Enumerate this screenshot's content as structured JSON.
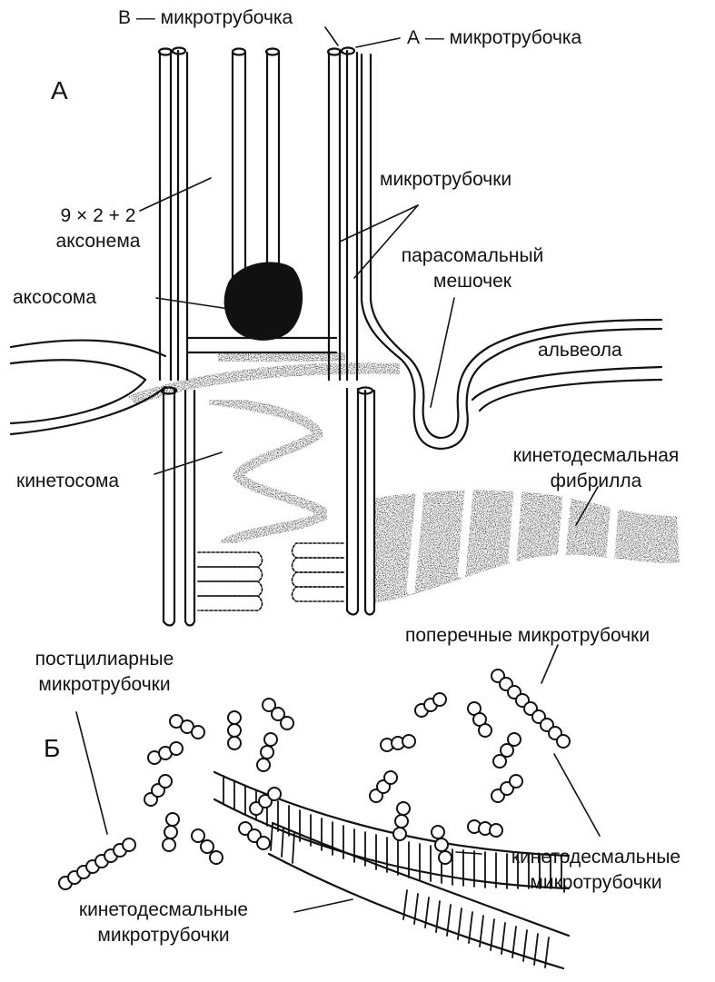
{
  "panels": {
    "a": "А",
    "b": "Б"
  },
  "labels": {
    "b_microtubule": "В — микротрубочка",
    "a_microtubule": "А — микротрубочка",
    "axoneme_formula": "9 × 2 + 2",
    "axoneme": "аксонема",
    "microtubules": "микротрубочки",
    "parasomal_1": "парасомальный",
    "parasomal_2": "мешочек",
    "axosome": "аксосома",
    "alveola": "альвеола",
    "kinetodesmal_fibril_1": "кинетодесмальная",
    "kinetodesmal_fibril_2": "фибрилла",
    "kinetosome": "кинетосома",
    "transverse": "поперечные микротрубочки",
    "postciliary_1": "постцилиарные",
    "postciliary_2": "микротрубочки",
    "kd_right_1": "кинетодесмальные",
    "kd_right_2": "микротрубочки",
    "kd_left_1": "кинетодесмальные",
    "kd_left_2": "микротрубочки"
  },
  "colors": {
    "ink": "#111111",
    "paper": "#ffffff",
    "stipple": "#222222"
  }
}
